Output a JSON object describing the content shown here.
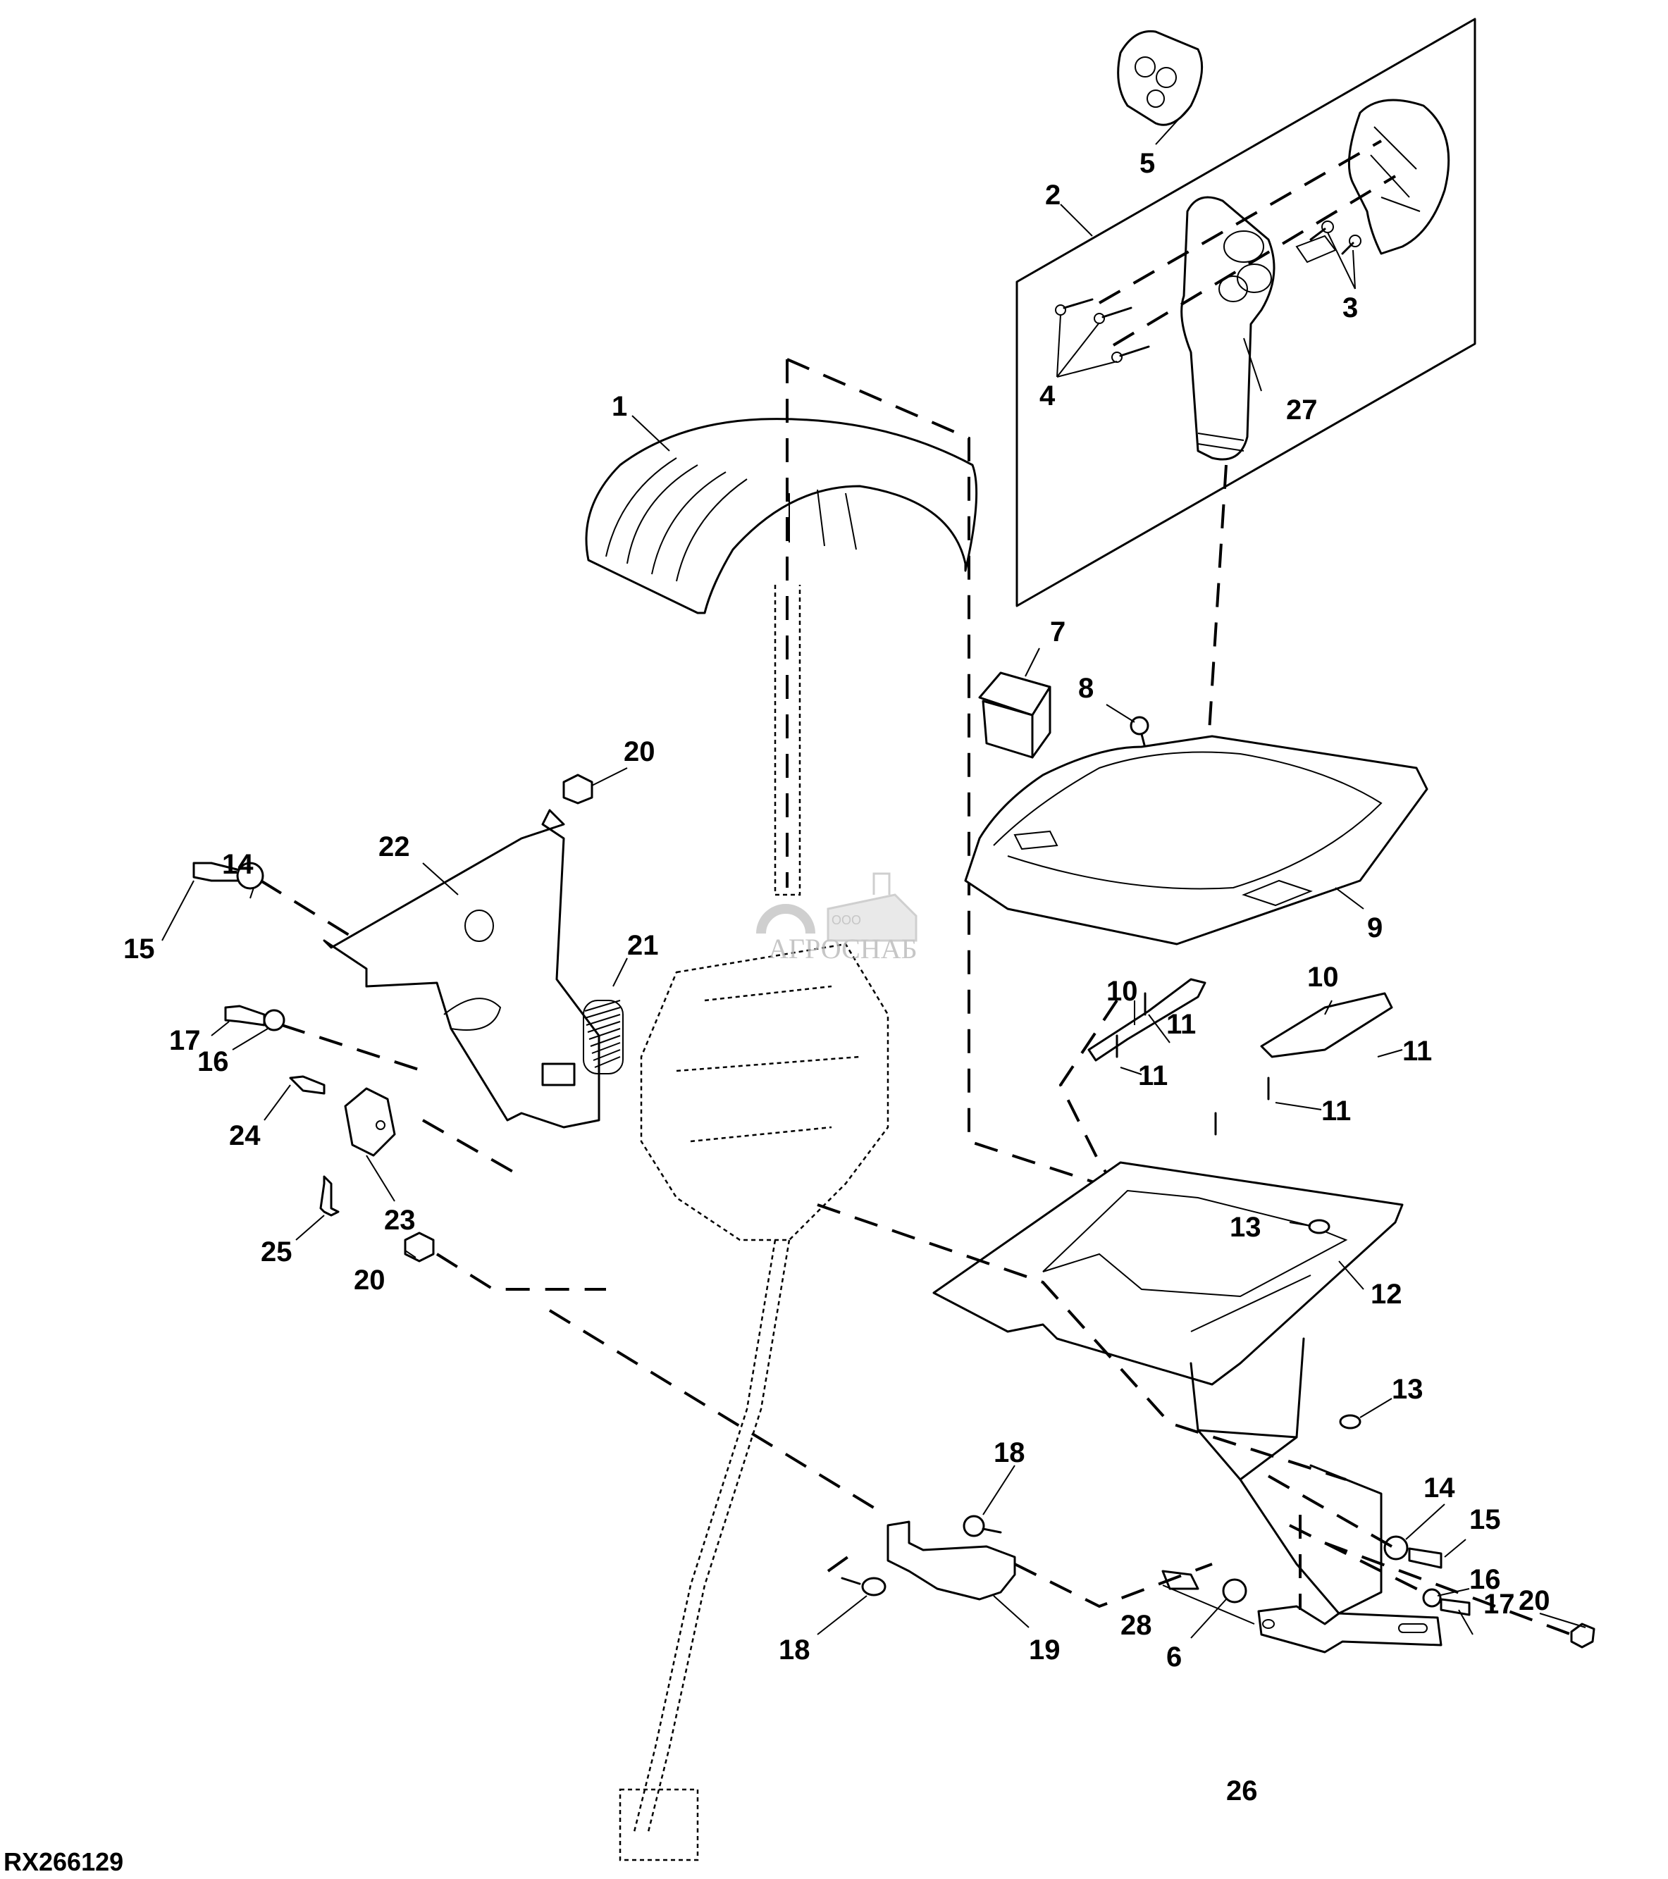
{
  "figure": {
    "id": "RX266129",
    "type": "exploded parts diagram",
    "line_color": "#000000",
    "background": "#ffffff"
  },
  "watermark": {
    "prefix": "ООО",
    "name": "АГРОСНАБ",
    "color": "#b8b8b8"
  },
  "callouts": [
    {
      "id": "c1",
      "label": "1",
      "part": "fender-shaped cover"
    },
    {
      "id": "c2",
      "label": "2",
      "part": "control handle assembly (boxed)"
    },
    {
      "id": "c3",
      "label": "3",
      "part": "screws"
    },
    {
      "id": "c4",
      "label": "4",
      "part": "screws"
    },
    {
      "id": "c5",
      "label": "5",
      "part": "switch module"
    },
    {
      "id": "c6",
      "label": "6",
      "part": "washer"
    },
    {
      "id": "c7",
      "label": "7",
      "part": "rocker switch"
    },
    {
      "id": "c8",
      "label": "8",
      "part": "screw"
    },
    {
      "id": "c9",
      "label": "9",
      "part": "console cover"
    },
    {
      "id": "c10a",
      "label": "10",
      "part": "indicator strip"
    },
    {
      "id": "c10b",
      "label": "10",
      "part": "indicator strip"
    },
    {
      "id": "c11a",
      "label": "11",
      "part": "screw"
    },
    {
      "id": "c11b",
      "label": "11",
      "part": "screw"
    },
    {
      "id": "c11c",
      "label": "11",
      "part": "screw"
    },
    {
      "id": "c11d",
      "label": "11",
      "part": "screw"
    },
    {
      "id": "c12",
      "label": "12",
      "part": "mounting plate"
    },
    {
      "id": "c13a",
      "label": "13",
      "part": "grommet"
    },
    {
      "id": "c13b",
      "label": "13",
      "part": "clip"
    },
    {
      "id": "c14a",
      "label": "14",
      "part": "washer"
    },
    {
      "id": "c14b",
      "label": "14",
      "part": "washer"
    },
    {
      "id": "c15a",
      "label": "15",
      "part": "bolt"
    },
    {
      "id": "c15b",
      "label": "15",
      "part": "bolt"
    },
    {
      "id": "c16a",
      "label": "16",
      "part": "washer"
    },
    {
      "id": "c16b",
      "label": "16",
      "part": "washer"
    },
    {
      "id": "c17a",
      "label": "17",
      "part": "bolt"
    },
    {
      "id": "c17b",
      "label": "17",
      "part": "bolt"
    },
    {
      "id": "c18a",
      "label": "18",
      "part": "screw"
    },
    {
      "id": "c18b",
      "label": "18",
      "part": "screw"
    },
    {
      "id": "c19",
      "label": "19",
      "part": "clamp bracket"
    },
    {
      "id": "c20a",
      "label": "20",
      "part": "nut"
    },
    {
      "id": "c20b",
      "label": "20",
      "part": "nut"
    },
    {
      "id": "c20c",
      "label": "20",
      "part": "nut"
    },
    {
      "id": "c21",
      "label": "21",
      "part": "spring"
    },
    {
      "id": "c22",
      "label": "22",
      "part": "support bracket"
    },
    {
      "id": "c23",
      "label": "23",
      "part": "small bracket"
    },
    {
      "id": "c24",
      "label": "24",
      "part": "bolt"
    },
    {
      "id": "c25",
      "label": "25",
      "part": "screw"
    },
    {
      "id": "c26",
      "label": "26",
      "part": "strap bracket"
    },
    {
      "id": "c27",
      "label": "27",
      "part": "handle grip"
    },
    {
      "id": "c28",
      "label": "28",
      "part": "bolt"
    }
  ]
}
